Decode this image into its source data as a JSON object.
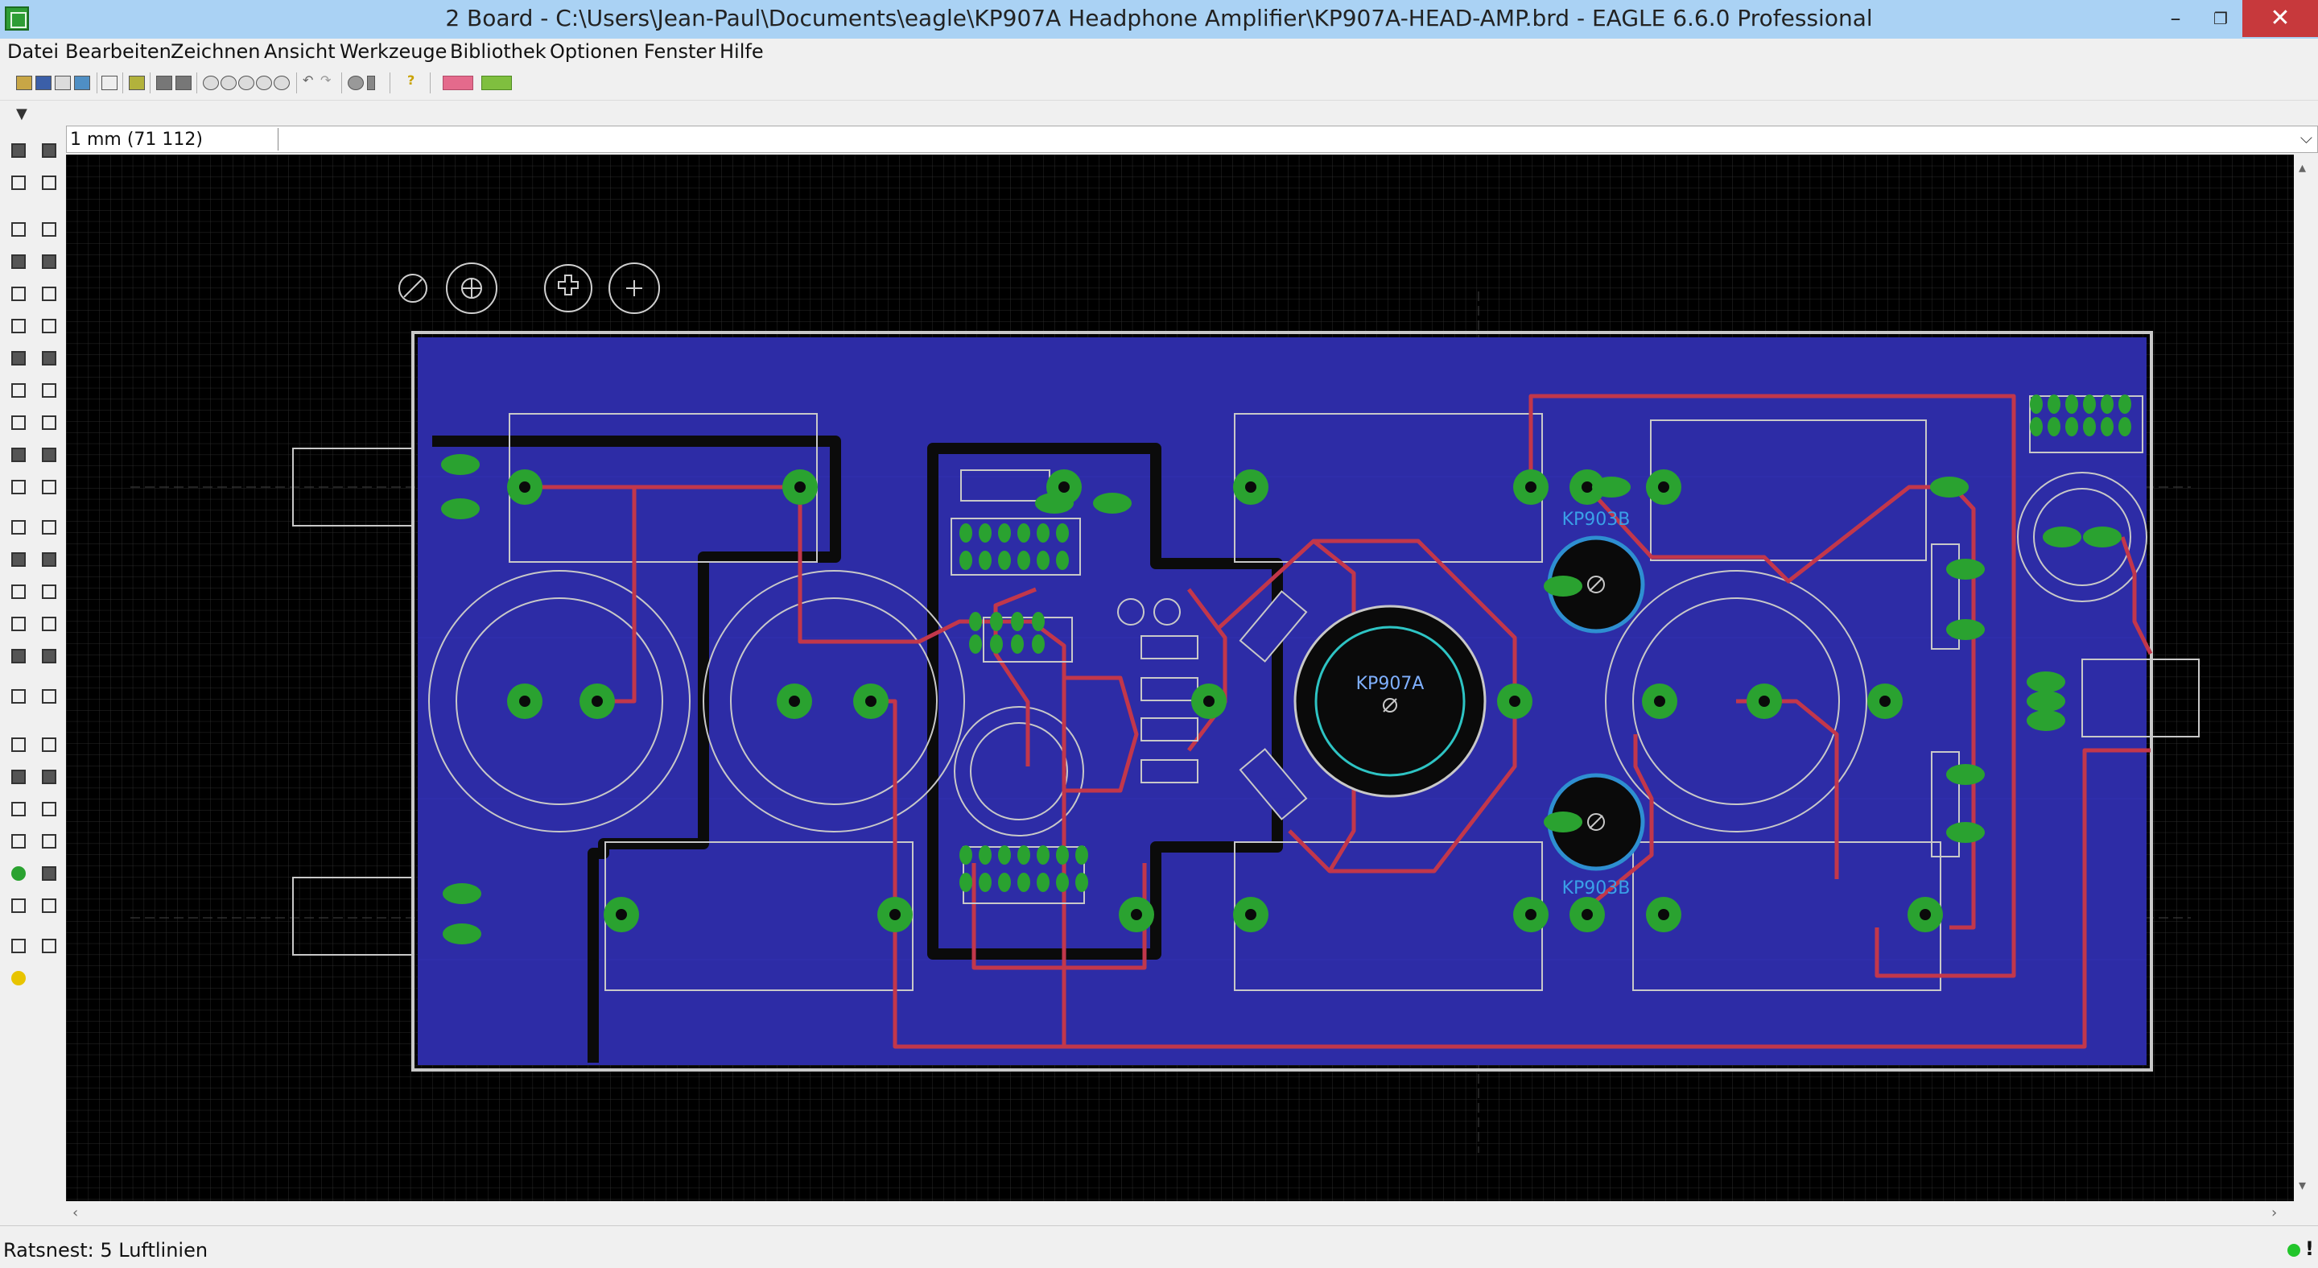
{
  "window": {
    "title": "2 Board - C:\\Users\\Jean-Paul\\Documents\\eagle\\KP907A Headphone Amplifier\\KP907A-HEAD-AMP.brd - EAGLE 6.6.0 Professional",
    "minimize": "–",
    "maximize": "❐",
    "close": "✕"
  },
  "menu": {
    "items": [
      {
        "label": "Datei"
      },
      {
        "label": "Bearbeiten"
      },
      {
        "label": "Zeichnen"
      },
      {
        "label": "Ansicht"
      },
      {
        "label": "Werkzeuge"
      },
      {
        "label": "Bibliothek"
      },
      {
        "label": "Optionen"
      },
      {
        "label": "Fenster"
      },
      {
        "label": "Hilfe"
      }
    ]
  },
  "toolbar": {
    "icons": [
      "open-icon",
      "save-icon",
      "print-icon",
      "cam-icon",
      "script-icon",
      "run-icon",
      "ulp-icon",
      "layers-icon",
      "zoom-fit-icon",
      "zoom-in-icon",
      "zoom-out-icon",
      "zoom-redraw-icon",
      "zoom-select-icon",
      "undo-icon",
      "redo-icon",
      "stop-icon",
      "go-icon",
      "help-icon",
      "design-link-icon",
      "element14-icon"
    ]
  },
  "action_bar": {
    "dropdown": "▼"
  },
  "command": {
    "coordinate": "1 mm (71 112)",
    "value": "",
    "dropdown": "⌵"
  },
  "board": {
    "labels": {
      "kp907a": "KP907A",
      "kp903b_top": "KP903B",
      "kp903b_bottom": "KP903B"
    },
    "colors": {
      "background": "#000000",
      "grid": "#2a2a2a",
      "copper_pour": "#2d2ca6",
      "route_top": "#c2374b",
      "route_bottom": "#111111",
      "pad": "#2aa230",
      "outline": "#c8c8c8"
    }
  },
  "status": {
    "text": "Ratsnest: 5 Luftlinien",
    "indicator_color": "#22c52b",
    "alert": "!"
  }
}
